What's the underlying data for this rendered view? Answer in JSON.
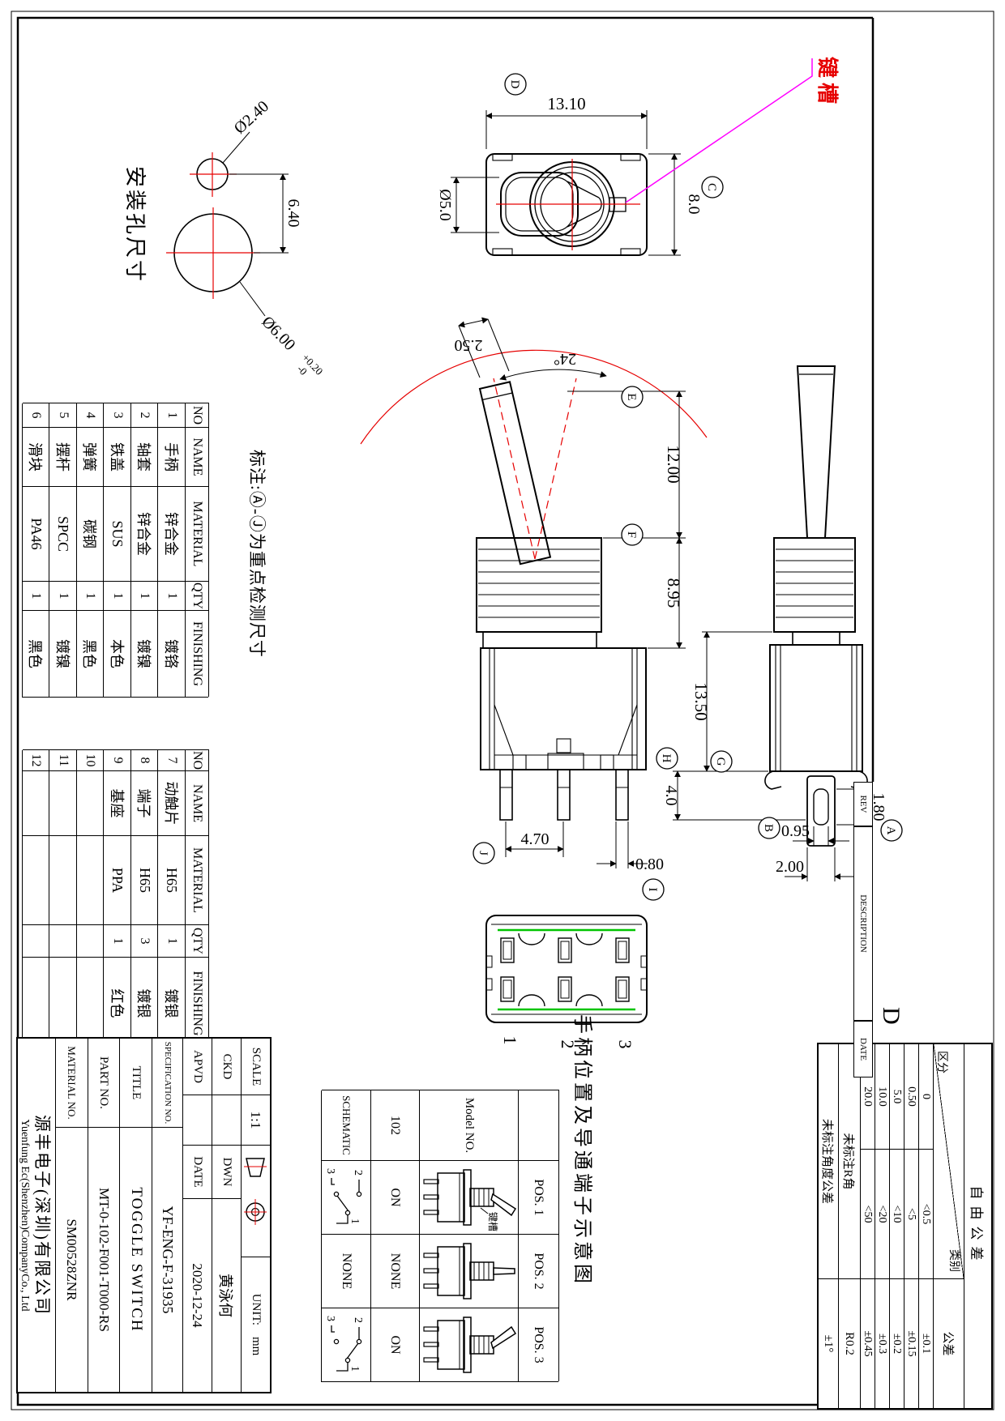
{
  "views": {
    "mounting": {
      "label": "安装孔尺寸",
      "small_dia": "Ø2.40",
      "big_dia": "Ø6.00",
      "tol_plus": "+0.20",
      "tol_minus": "-0",
      "pitch": "6.40"
    },
    "top": {
      "width": "13.10",
      "lever_dia": "Ø5.0",
      "height": "8.0",
      "keyway": "键槽"
    },
    "front": {
      "tip": "2.50",
      "angle": "24°",
      "lever_len": "12.00",
      "thread_len": "8.95",
      "pin_pitch": "4.70",
      "pin_width": "0.80"
    },
    "side": {
      "body_h": "13.50",
      "pin_step": "4.0",
      "slot_w": "0.95",
      "pin_w": "2.00",
      "pin_l": "1.80"
    },
    "bottom": {
      "t1": "1",
      "t2": "2",
      "t3": "3"
    },
    "note": "标注:Ⓐ-Ⓙ为重点检测尺寸",
    "markers": {
      "a": "A",
      "b": "B",
      "c": "C",
      "d": "D",
      "e": "E",
      "f": "F",
      "g": "G",
      "h": "H",
      "i": "I",
      "j": "J"
    }
  },
  "parts": {
    "headers": {
      "no": "NO",
      "name": "NAME",
      "material": "MATERIAL",
      "qty": "QTY",
      "finishing": "FINISHING"
    },
    "rows_a": [
      {
        "no": "1",
        "name": "手柄",
        "material": "锌合金",
        "qty": "1",
        "finishing": "镀铬"
      },
      {
        "no": "2",
        "name": "轴套",
        "material": "锌合金",
        "qty": "1",
        "finishing": "镀镍"
      },
      {
        "no": "3",
        "name": "铁盖",
        "material": "SUS",
        "qty": "1",
        "finishing": "本色"
      },
      {
        "no": "4",
        "name": "弹簧",
        "material": "碳钢",
        "qty": "1",
        "finishing": "黑色"
      },
      {
        "no": "5",
        "name": "摆杆",
        "material": "SPCC",
        "qty": "1",
        "finishing": "镀镍"
      },
      {
        "no": "6",
        "name": "滑块",
        "material": "PA46",
        "qty": "1",
        "finishing": "黑色"
      }
    ],
    "rows_b": [
      {
        "no": "7",
        "name": "动触片",
        "material": "H65",
        "qty": "1",
        "finishing": "镀银"
      },
      {
        "no": "8",
        "name": "端子",
        "material": "H65",
        "qty": "3",
        "finishing": "镀银"
      },
      {
        "no": "9",
        "name": "基座",
        "material": "PPA",
        "qty": "1",
        "finishing": "红色"
      },
      {
        "no": "10",
        "name": "",
        "material": "",
        "qty": "",
        "finishing": ""
      },
      {
        "no": "11",
        "name": "",
        "material": "",
        "qty": "",
        "finishing": ""
      },
      {
        "no": "12",
        "name": "",
        "material": "",
        "qty": "",
        "finishing": ""
      }
    ]
  },
  "schematic": {
    "model_label": "Model NO.",
    "positions": [
      "POS. 1",
      "POS. 2",
      "POS. 3"
    ],
    "code": "102",
    "states": [
      "ON",
      "NONE",
      "ON"
    ],
    "row_label": "SCHEMATIC",
    "keyway": "键槽",
    "caption": "手柄位置及导通端子示意图",
    "pins": {
      "p1": "1",
      "p2": "2",
      "p3": "3"
    }
  },
  "title_block": {
    "scale_label": "SCALE",
    "scale": "1:1",
    "unit_label": "UNIT:",
    "unit": "mm",
    "ckd_label": "CKD",
    "dwn_label": "DWN",
    "dwn": "黄泳何",
    "apvd_label": "APVD",
    "date_label": "DATE",
    "date": "2020-12-24",
    "spec_label": "SPECIFICATION NO.",
    "spec": "YF-ENG-F-31935",
    "title_label": "TITLE",
    "title": "TOGGLE SWITCH",
    "part_label": "PART NO.",
    "part": "MT-0-102-F001-T000-RS",
    "material_label": "MATERIAL NO.",
    "material": "SM00528ZNR",
    "company_cn": "源丰电子(深圳)有限公司",
    "company_en": "Yuenfung Ec(Shenzhen)CompanyCo., Ltd"
  },
  "tolerance": {
    "title": "自由公差",
    "corner_top": "类别",
    "corner_bottom": "区分",
    "tol_header": "公差",
    "rows": [
      {
        "from": "0",
        "to": "<0.5",
        "tol": "±0.1"
      },
      {
        "from": "0.50",
        "to": "<5",
        "tol": "±0.15"
      },
      {
        "from": "5.0",
        "to": "<10",
        "tol": "±0.2"
      },
      {
        "from": "10.0",
        "to": "<20",
        "tol": "±0.3"
      },
      {
        "from": "20.0",
        "to": "<50",
        "tol": "±0.45"
      }
    ],
    "notes": [
      {
        "label": "未标注R角",
        "tol": "R0.2"
      },
      {
        "label": "未标注角度公差",
        "tol": "±1°"
      }
    ]
  },
  "revision": {
    "col1": "REV",
    "col2": "DESCRIPTION",
    "col3": "DATE",
    "sheet": "D"
  }
}
